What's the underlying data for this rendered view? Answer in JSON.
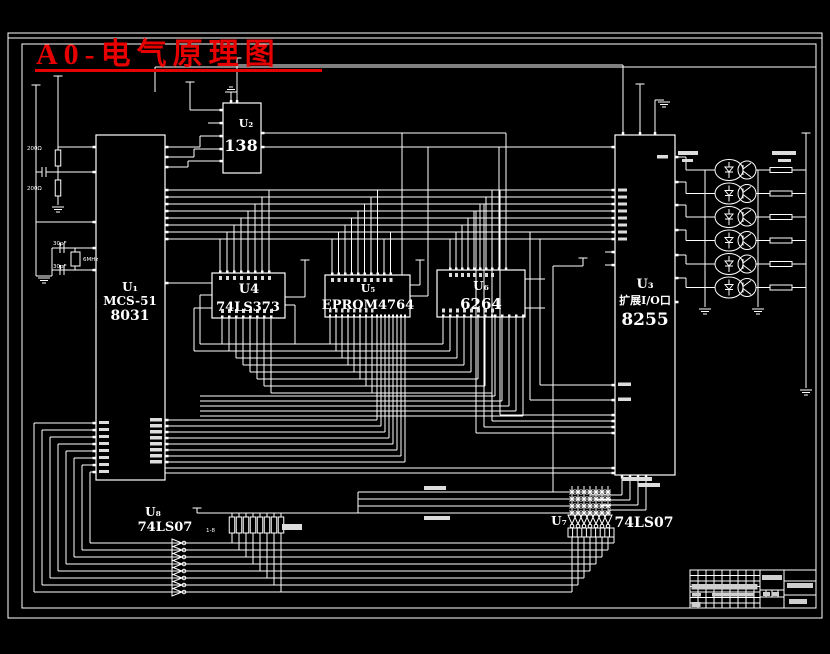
{
  "title": {
    "text": "A0-电气原理图"
  },
  "chips": {
    "u1": {
      "ref": "U₁",
      "name": "MCS-51",
      "part": "8031"
    },
    "u2": {
      "ref": "U₂",
      "part": "138"
    },
    "u3": {
      "ref": "U₃",
      "name": "扩展I/O口",
      "part": "8255"
    },
    "u4": {
      "ref": "U4",
      "part": "74LS373"
    },
    "u5": {
      "ref": "U₅",
      "part": "EPROM4764"
    },
    "u6": {
      "ref": "U₆",
      "part": "6264"
    },
    "u7": {
      "ref": "U₇",
      "part": "74LS07"
    },
    "u8": {
      "ref": "U₈",
      "part": "74LS07"
    }
  },
  "components": {
    "r1": "200Ω",
    "r2": "200Ω",
    "c1": "30pF",
    "c2": "30pF",
    "crystal": "6MHz",
    "pullup_range": "1-8"
  },
  "colors": {
    "background": "#000000",
    "wire": "#ffffff",
    "title_red": "#e60000"
  }
}
